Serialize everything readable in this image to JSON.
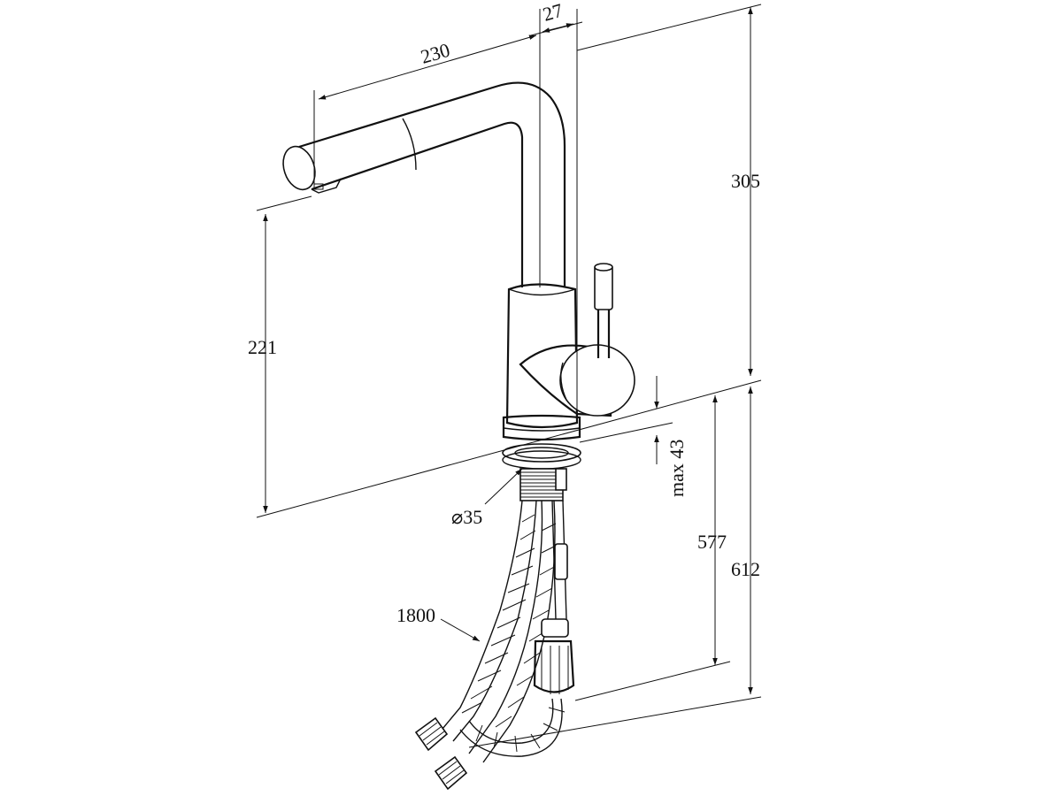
{
  "dimensions": {
    "spout_reach": "230",
    "spout_offset": "27",
    "total_height": "305",
    "spout_height": "221",
    "mount_hole": "⌀35",
    "max_deck": "max 43",
    "hose_length": "1800",
    "under_length_a": "577",
    "under_length_b": "612"
  }
}
